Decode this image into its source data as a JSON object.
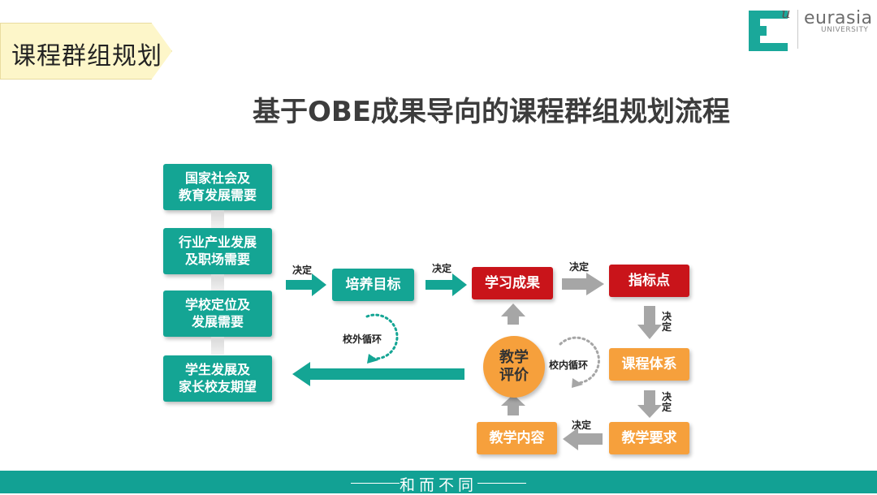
{
  "header": {
    "section_tag": "课程群组规划",
    "logo_name": "eurasia",
    "logo_sub": "UNIVERSITY",
    "logo_mark": "E",
    "logo_mark_sup": "u"
  },
  "title": "基于OBE成果导向的课程群组规划流程",
  "diagram": {
    "inputs": [
      "国家社会及\n教育发展需要",
      "行业产业发展\n及职场需要",
      "学校定位及\n发展需要",
      "学生发展及\n家长校友期望"
    ],
    "nodes": {
      "goal": "培养目标",
      "outcome": "学习成果",
      "indicator": "指标点",
      "curriculum": "课程体系",
      "requirement": "教学要求",
      "content": "教学内容",
      "evaluation": "教学\n评价"
    },
    "edge_label": "决定",
    "outer_loop": "校外循环",
    "inner_loop": "校内循环"
  },
  "colors": {
    "teal": "#14a594",
    "red": "#c9141a",
    "orange": "#f6a03c",
    "gray_arrow": "#a6a6a6"
  },
  "footer": "和而不同"
}
